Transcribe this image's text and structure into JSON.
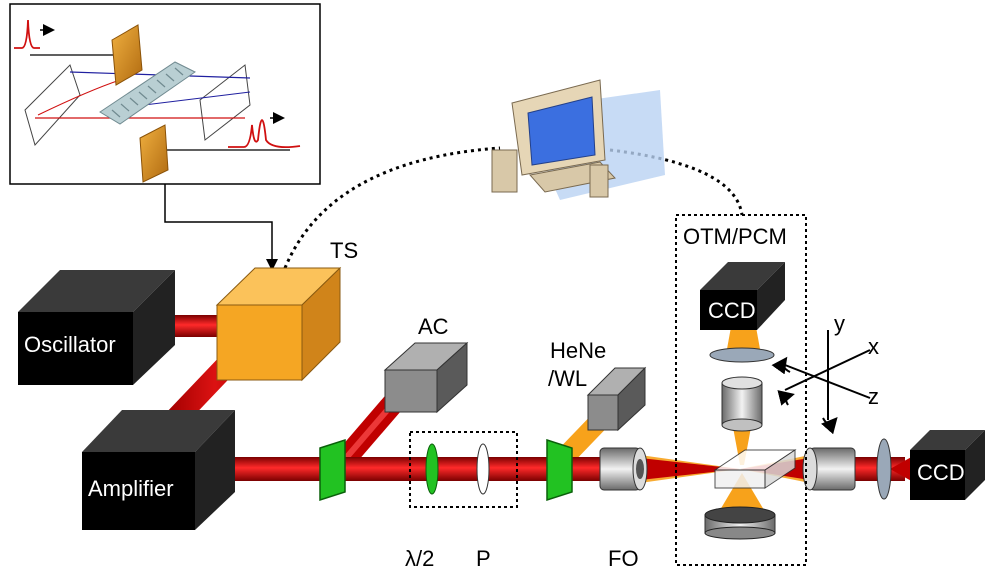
{
  "labels": {
    "oscillator": "Oscillator",
    "amplifier": "Amplifier",
    "ts": "TS",
    "ac": "AC",
    "hene_line1": "HeNe",
    "hene_line2": "/WL",
    "otm_pcm": "OTM/PCM",
    "ccd_top": "CCD",
    "ccd_right": "CCD",
    "half_wave": "λ/2",
    "polarizer": "P",
    "fo": "FO",
    "axis_x": "x",
    "axis_y": "y",
    "axis_z": "z"
  },
  "colors": {
    "beam_red": "#c00000",
    "box_black": "#000000",
    "ts_orange": "#f5a623",
    "ac_gray": "#8c8c8c",
    "mirror_green": "#22c222",
    "probe_orange": "#f7a21b",
    "monitor_blue": "#3b6fe0"
  }
}
